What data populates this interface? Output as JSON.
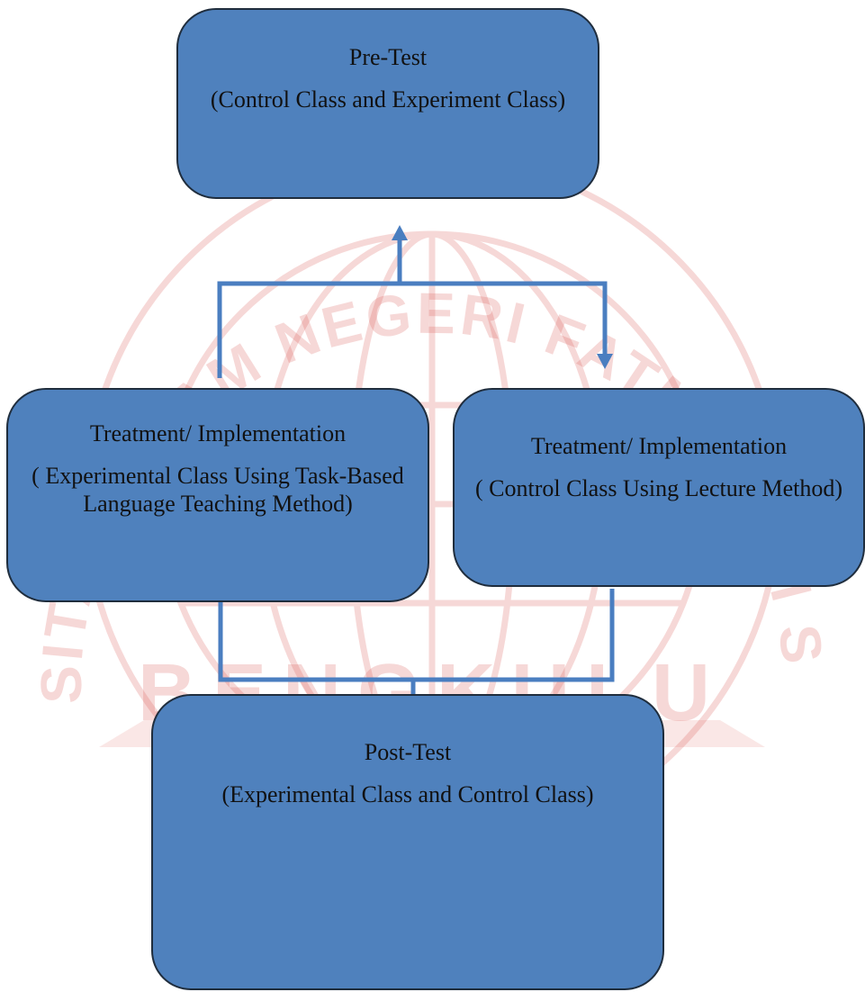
{
  "colors": {
    "box_fill": "#4f81bd",
    "box_border": "#1f2d3d",
    "connector": "#4a7ec0",
    "watermark": "#d9534f"
  },
  "watermark": {
    "arc_text": "UNIVERSITAS ISLAM NEGERI FATMAWATI SUKARNO",
    "banner_text": "BENGKULU"
  },
  "diagram": {
    "pretest": {
      "title": "Pre-Test",
      "desc": "(Control Class and Experiment Class)"
    },
    "experimental": {
      "title": "Treatment/ Implementation",
      "desc": "( Experimental Class Using Task-Based Language Teaching Method)"
    },
    "control": {
      "title": "Treatment/ Implementation",
      "desc": "( Control Class Using Lecture Method)"
    },
    "posttest": {
      "title": "Post-Test",
      "desc": "(Experimental Class and Control Class)"
    }
  }
}
